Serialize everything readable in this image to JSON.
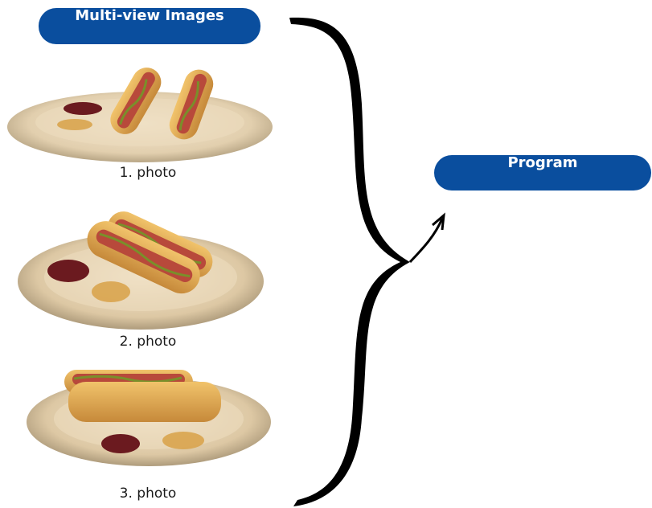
{
  "header": {
    "title": "Multi-view Images"
  },
  "output": {
    "label": "Program"
  },
  "photos": [
    {
      "caption": "1. photo",
      "icon": "hotdog-plate-photo"
    },
    {
      "caption": "2. photo",
      "icon": "hotdog-plate-photo"
    },
    {
      "caption": "3. photo",
      "icon": "hotdog-plate-photo"
    }
  ],
  "colors": {
    "accent": "#0a4e9e",
    "text": "#1a1a1a",
    "brace": "#000000"
  }
}
